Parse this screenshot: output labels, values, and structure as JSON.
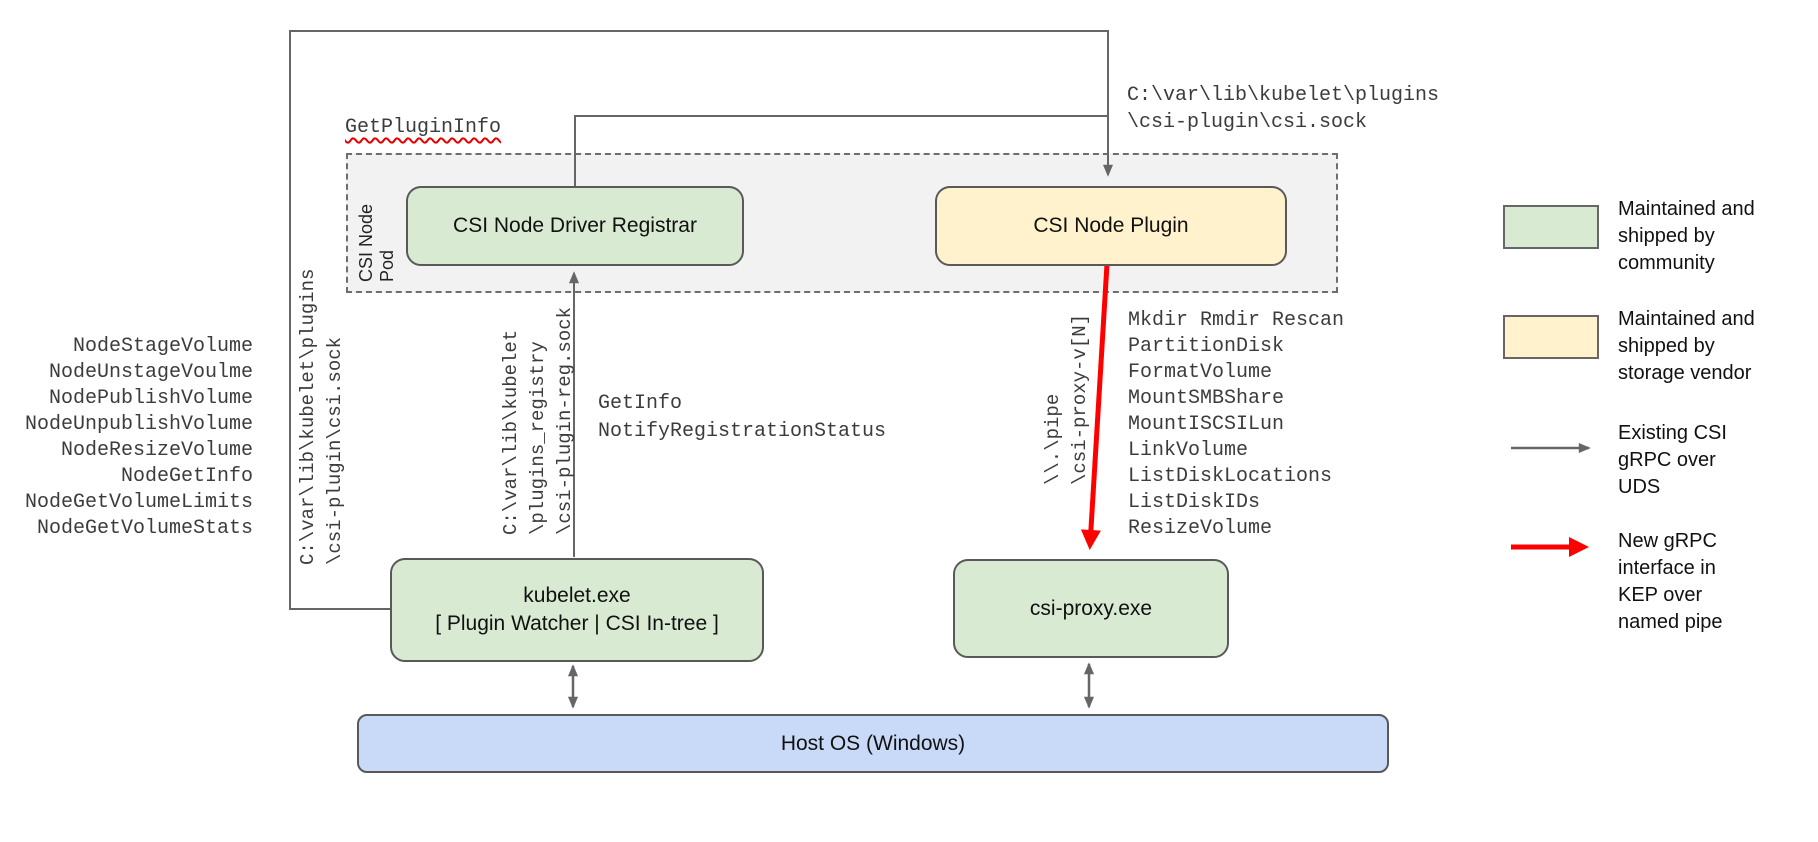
{
  "pod": {
    "label": "CSI Node Pod"
  },
  "boxes": {
    "registrar": "CSI Node Driver Registrar",
    "node_plugin": "CSI Node Plugin",
    "kubelet": "kubelet.exe\n[ Plugin Watcher | CSI In-tree ]",
    "csi_proxy": "csi-proxy.exe",
    "host_os": "Host OS (Windows)"
  },
  "annotations": {
    "get_plugin_info": "GetPluginInfo",
    "csi_sock_horizontal": "C:\\var\\lib\\kubelet\\plugins\n\\csi-plugin\\csi.sock",
    "registration_calls": "GetInfo\nNotifyRegistrationStatus",
    "csi_sock_vertical": "C:\\var\\lib\\kubelet\\plugins\n\\csi-plugin\\csi.sock",
    "reg_sock_vertical": "C:\\var\\lib\\kubelet\n\\plugins_registry\n\\csi-plugin-reg.sock",
    "pipe_vertical": "\\\\.\\pipe\n\\csi-proxy-v[N]"
  },
  "node_api": [
    "NodeStageVolume",
    "NodeUnstageVoulme",
    "NodePublishVolume",
    "NodeUnpublishVolume",
    "NodeResizeVolume",
    "NodeGetInfo",
    "NodeGetVolumeLimits",
    "NodeGetVolumeStats"
  ],
  "proxy_api": [
    "Mkdir Rmdir Rescan",
    "PartitionDisk",
    "FormatVolume",
    "MountSMBShare",
    "MountISCSILun",
    "LinkVolume",
    "ListDiskLocations",
    "ListDiskIDs",
    "ResizeVolume"
  ],
  "legend": {
    "community": "Maintained and\nshipped by\ncommunity",
    "vendor": "Maintained and\nshipped by\nstorage vendor",
    "uds": "Existing CSI\ngRPC over\nUDS",
    "kep": "New gRPC\ninterface in\nKEP over\nnamed pipe"
  },
  "colors": {
    "community_fill": "#d9ead3",
    "vendor_fill": "#fff2cc",
    "os_fill": "#c9daf8",
    "pod_fill": "#f2f2f2",
    "line": "#666666",
    "new_interface": "#ff0000"
  }
}
